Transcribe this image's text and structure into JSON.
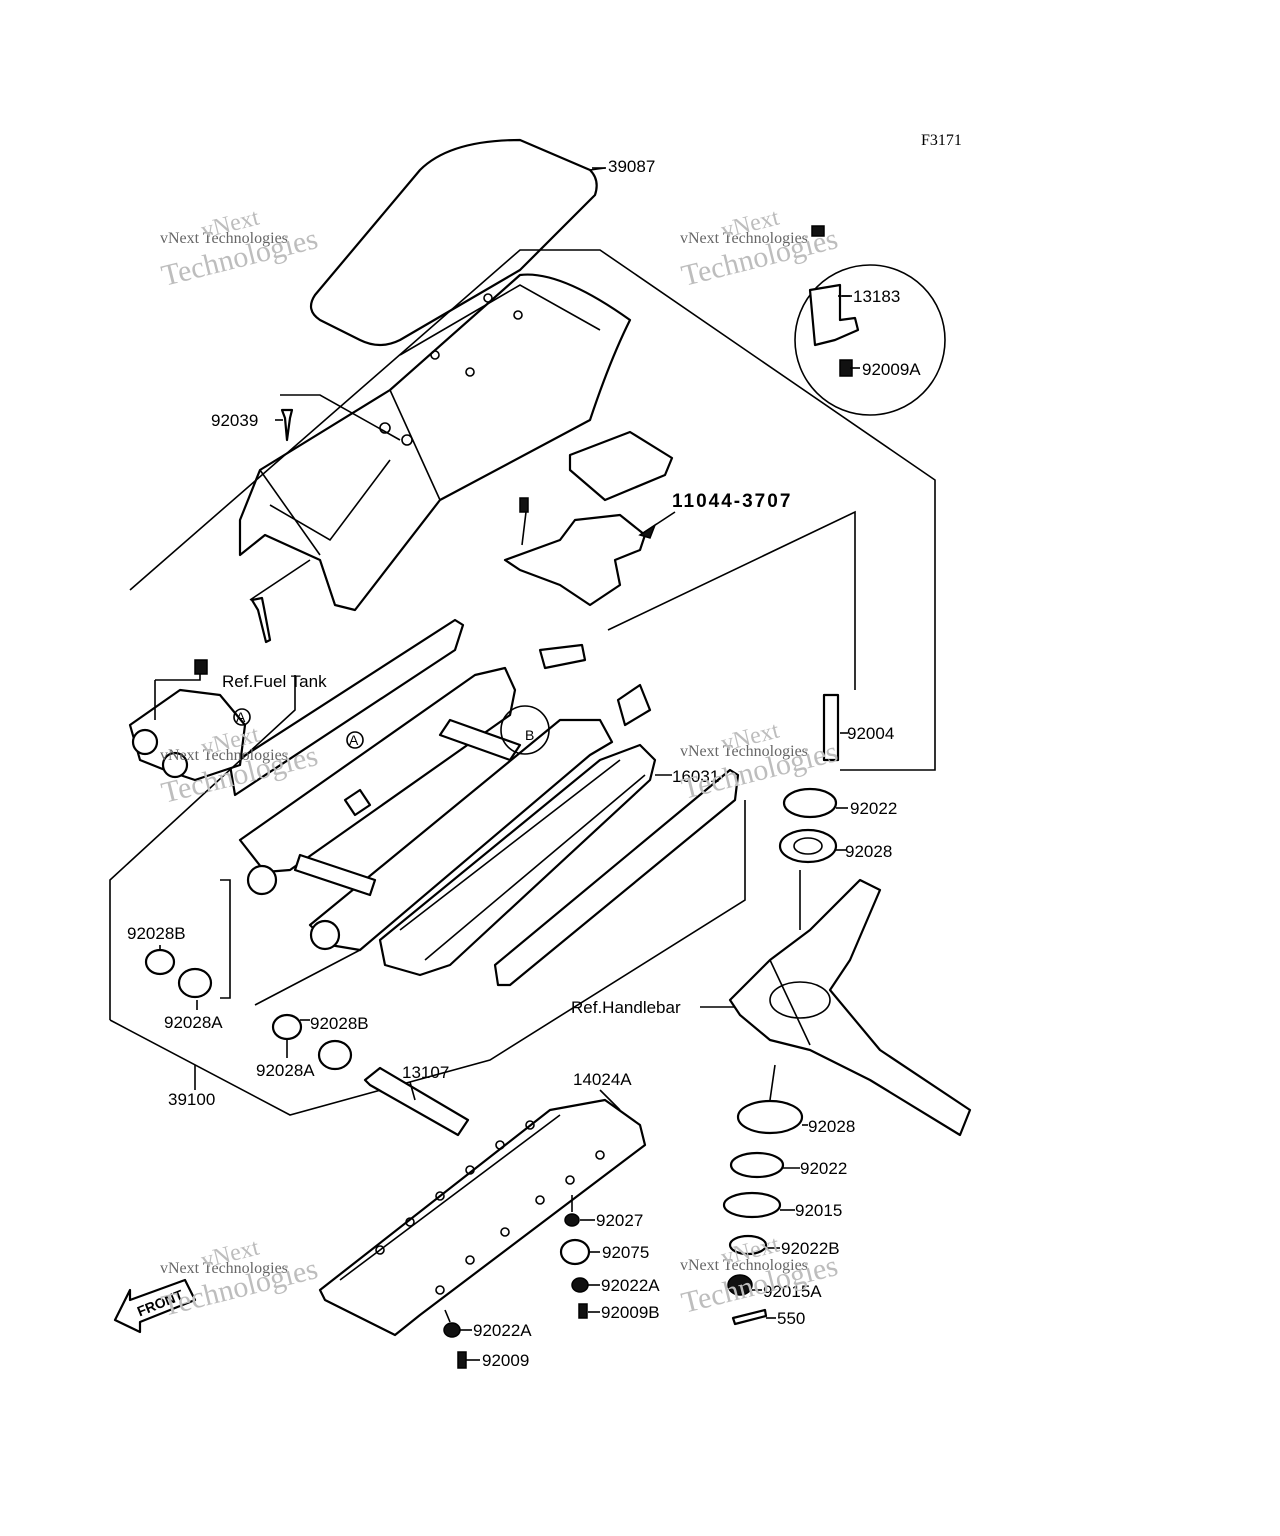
{
  "figure_code": "F3171",
  "labels": {
    "p39087": "39087",
    "p13183": "13183",
    "p92009A": "92009A",
    "p92039": "92039",
    "p11044_3707": "11044-3707",
    "ref_fuel_tank": "Ref.Fuel Tank",
    "marker_a1": "A",
    "marker_a2": "A",
    "marker_b": "B",
    "p92004": "92004",
    "p16031": "16031",
    "p92022_top": "92022",
    "p92028_top": "92028",
    "p92028B_left": "92028B",
    "p92028A_left": "92028A",
    "p92028B_mid": "92028B",
    "p92028A_mid": "92028A",
    "ref_handlebar": "Ref.Handlebar",
    "p39100": "39100",
    "p13107": "13107",
    "p14024A": "14024A",
    "p92028_low": "92028",
    "p92022_low": "92022",
    "p92015": "92015",
    "p92022B": "92022B",
    "p92015A": "92015A",
    "p550": "550",
    "p92027": "92027",
    "p92075": "92075",
    "p92022A_a": "92022A",
    "p92009B": "92009B",
    "p92022A_b": "92022A",
    "p92009": "92009",
    "front": "FRONT"
  },
  "watermark": {
    "line1": "vNext",
    "line2": "vNext Technologies",
    "line3": "Technologies"
  }
}
